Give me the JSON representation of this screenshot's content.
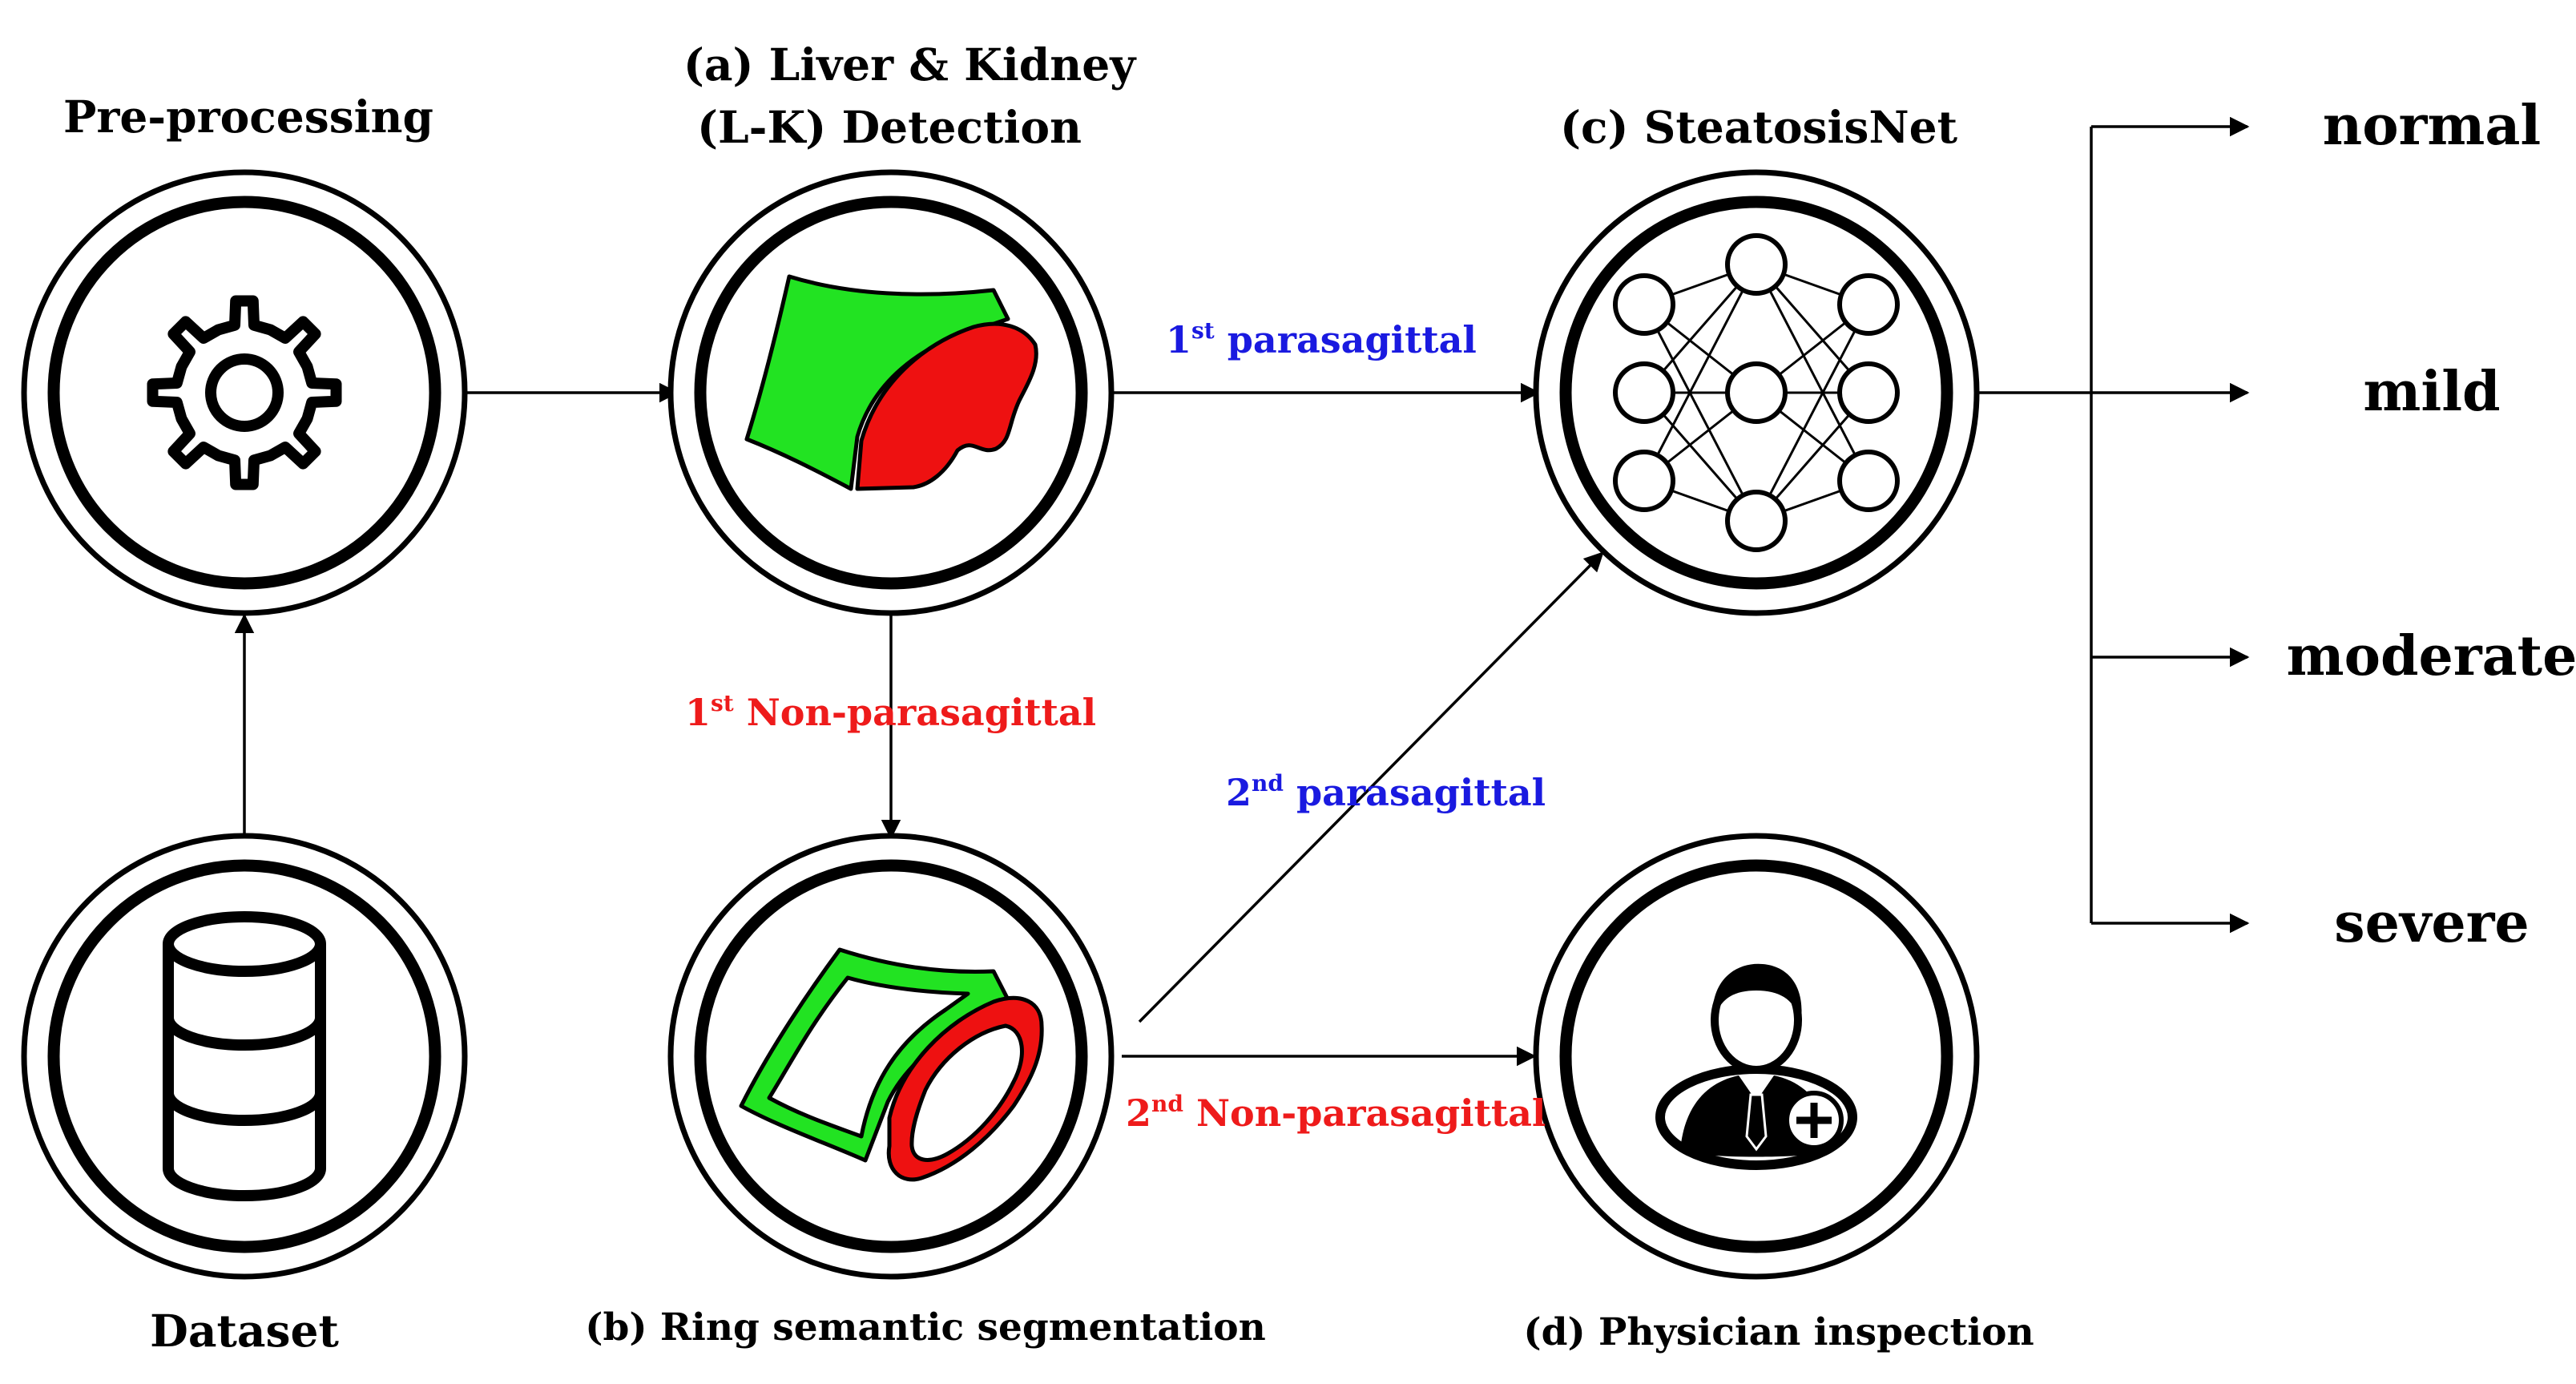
{
  "colors": {
    "liver": "#22e322",
    "kidney": "#ee1111",
    "red_label": "#ee1b1b",
    "blue_label": "#1a1ae0",
    "stroke": "#000000"
  },
  "nodes": {
    "preprocessing": {
      "label": "Pre-processing",
      "icon": "gear-icon"
    },
    "dataset": {
      "label": "Dataset",
      "icon": "database-icon"
    },
    "detection": {
      "label_line1": "(a) Liver & Kidney",
      "label_line2": "(L-K) Detection",
      "icon": "liver-kidney-mask-icon"
    },
    "segmentation": {
      "label": "(b) Ring semantic segmentation",
      "icon": "ring-segmentation-icon"
    },
    "steatosisnet": {
      "label": "(c) SteatosisNet",
      "icon": "neural-network-icon"
    },
    "physician": {
      "label": "(d) Physician inspection",
      "icon": "physician-icon"
    }
  },
  "edges": {
    "first_parasagittal": {
      "sup_num": "1",
      "sup": "st",
      "text": " parasagittal"
    },
    "first_non_parasagittal": {
      "sup_num": "1",
      "sup": "st",
      "text": " Non-parasagittal"
    },
    "second_parasagittal": {
      "sup_num": "2",
      "sup": "nd",
      "text": " parasagittal"
    },
    "second_non_parasagittal": {
      "sup_num": "2",
      "sup": "nd",
      "text": " Non-parasagittal"
    }
  },
  "outputs": [
    "normal",
    "mild",
    "moderate",
    "severe"
  ]
}
